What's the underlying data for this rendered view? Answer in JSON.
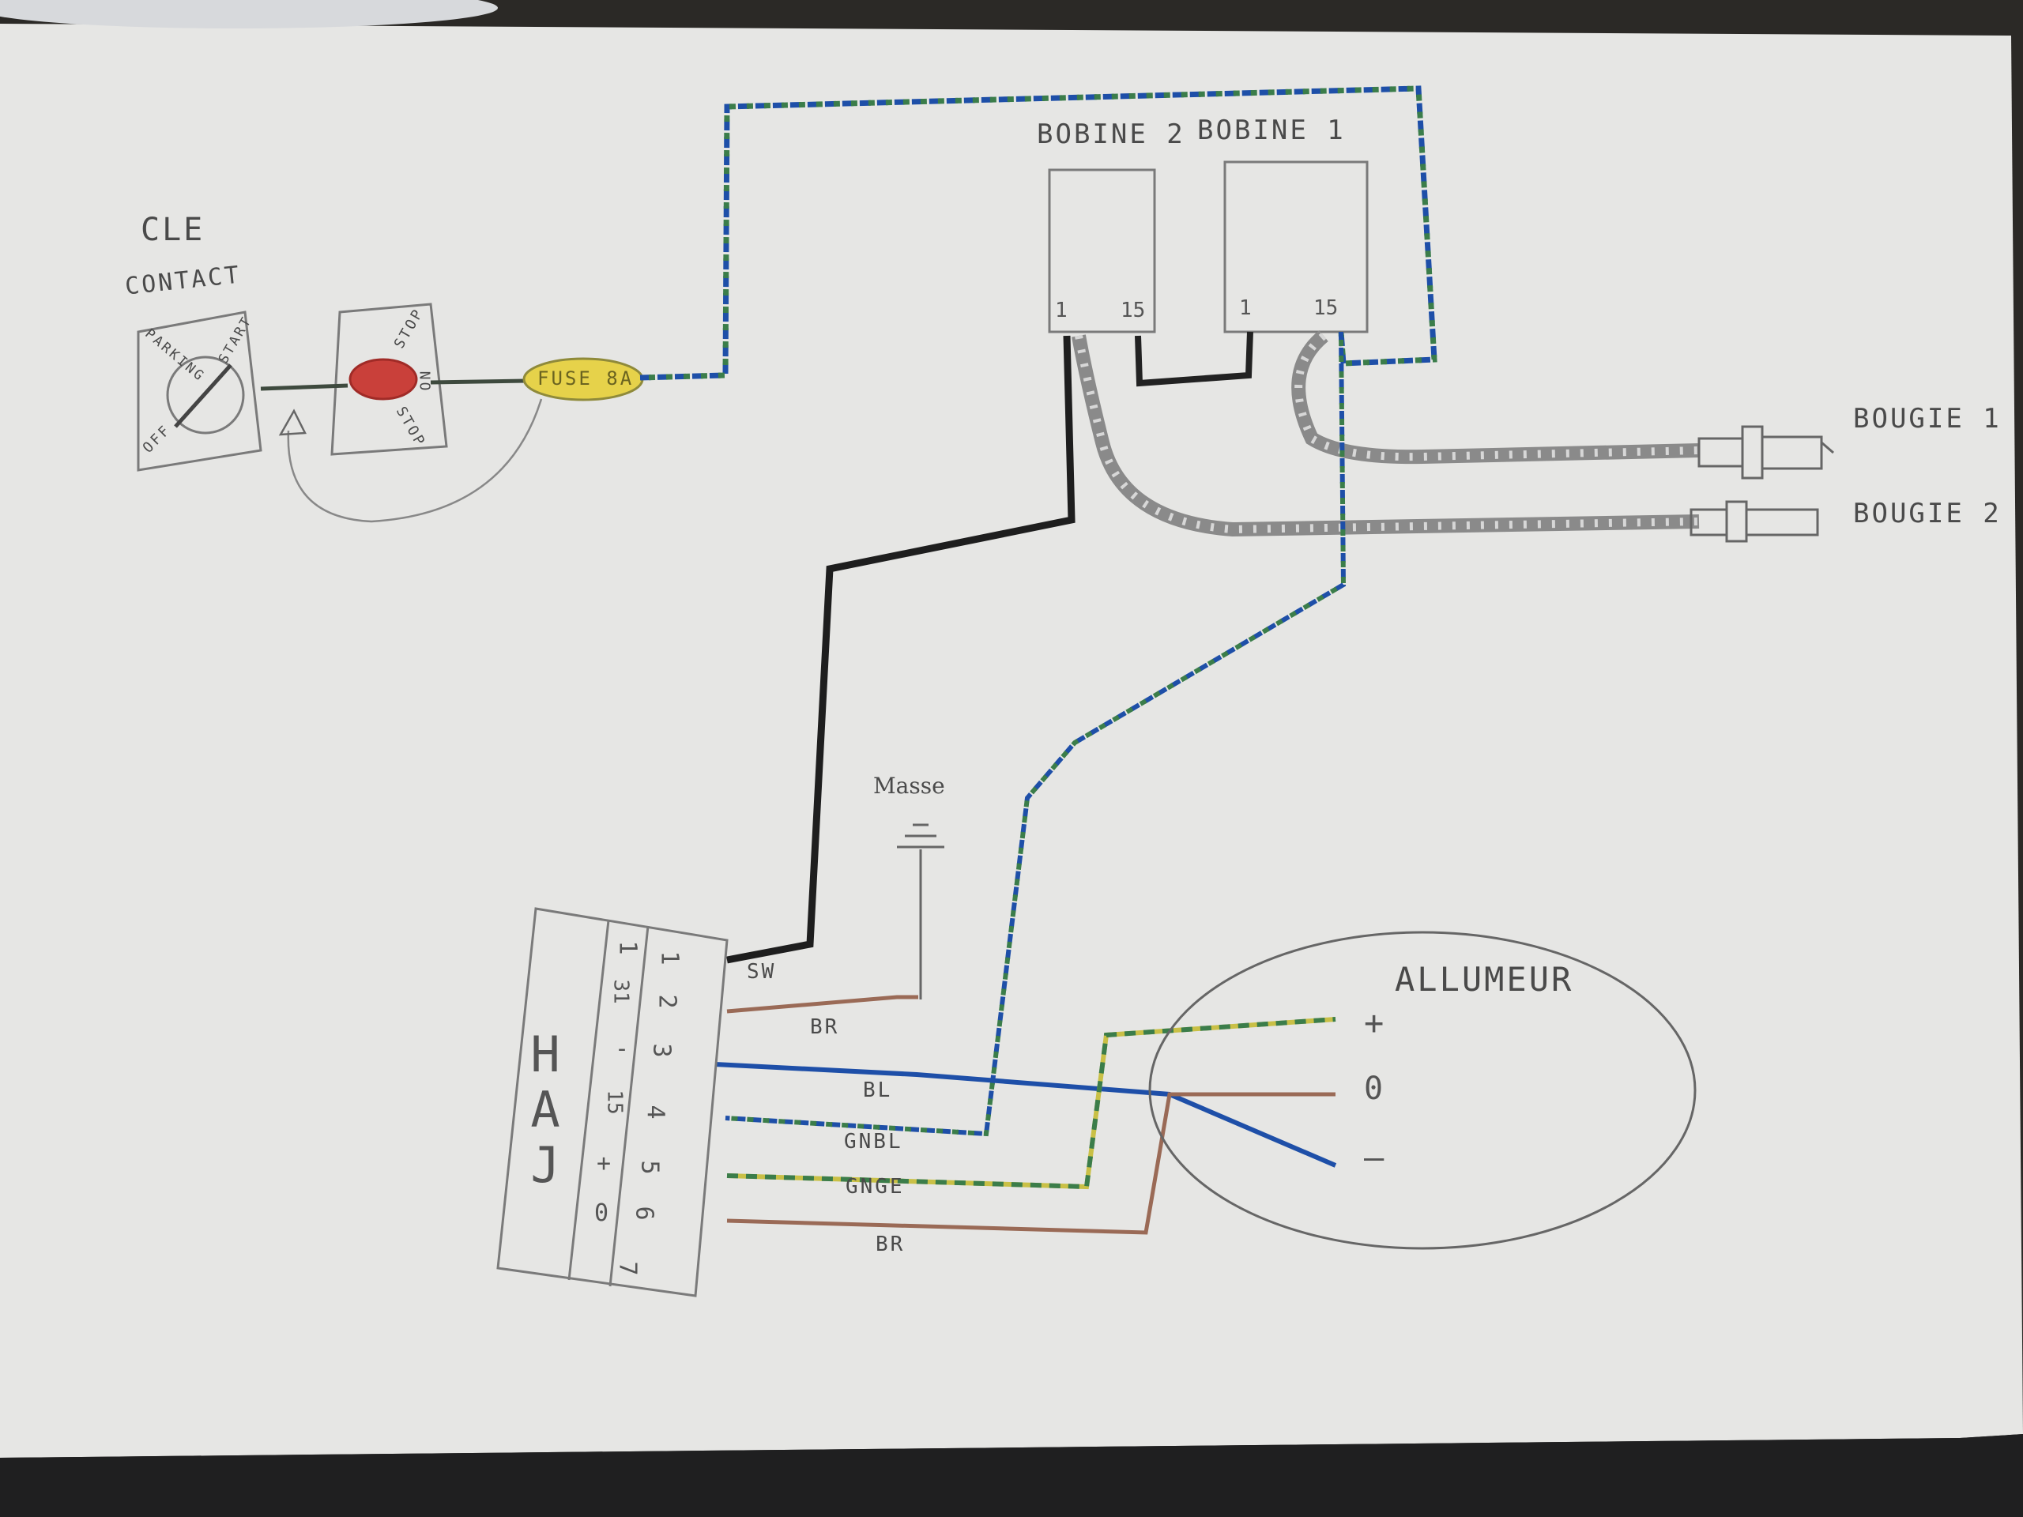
{
  "key_switch": {
    "title_line1": "CLE",
    "title_line2": "CONTACT",
    "positions": [
      "PARKING",
      "START",
      "OFF"
    ]
  },
  "kill_switch": {
    "labels": [
      "STOP",
      "ON",
      "STOP"
    ]
  },
  "fuse": {
    "label": "FUSE 8A"
  },
  "coils": [
    {
      "name": "BOBINE 2",
      "pins": [
        "1",
        "15"
      ]
    },
    {
      "name": "BOBINE 1",
      "pins": [
        "1",
        "15"
      ]
    }
  ],
  "spark_plugs": [
    "BOUGIE 1",
    "BOUGIE 2"
  ],
  "ground": {
    "label": "Masse"
  },
  "module": {
    "name": "HAJ",
    "pins": [
      {
        "number": "1",
        "signal": "1"
      },
      {
        "number": "2",
        "signal": "31"
      },
      {
        "number": "3",
        "signal": "-"
      },
      {
        "number": "4",
        "signal": "15"
      },
      {
        "number": "5",
        "signal": "+"
      },
      {
        "number": "6",
        "signal": "0"
      },
      {
        "number": "7",
        "signal": ""
      }
    ]
  },
  "wires": [
    {
      "label": "SW",
      "color": "#222222"
    },
    {
      "label": "BR",
      "color": "#9a6a56"
    },
    {
      "label": "BL",
      "color": "#1e4fa8"
    },
    {
      "label": "GNBL",
      "color": "#2f7a5a"
    },
    {
      "label": "GNGE",
      "color": "#8aa040"
    },
    {
      "label": "BR",
      "color": "#9a6a56"
    }
  ],
  "distributor": {
    "name": "ALLUMEUR",
    "terminals": [
      "+",
      "0",
      "–"
    ]
  }
}
